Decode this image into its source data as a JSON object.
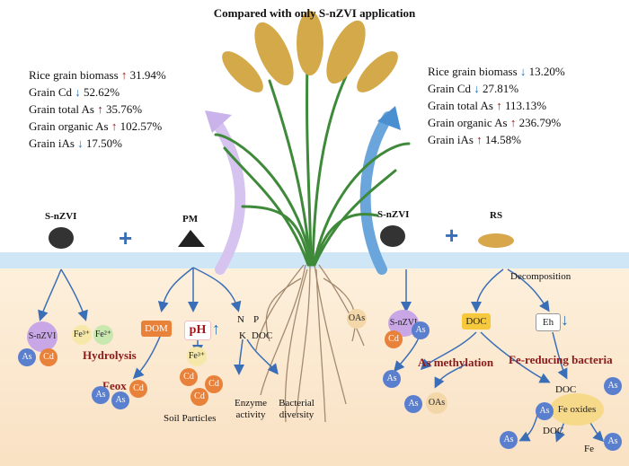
{
  "title": "Compared with only S-nZVI application",
  "left_stats": [
    {
      "label": "Rice grain biomass",
      "dir": "up",
      "value": "31.94%"
    },
    {
      "label": "Grain Cd",
      "dir": "down",
      "value": "52.62%"
    },
    {
      "label": "Grain total As",
      "dir": "up",
      "value": "35.76%"
    },
    {
      "label": "Grain organic As",
      "dir": "up",
      "value": "102.57%"
    },
    {
      "label": "Grain iAs",
      "dir": "down",
      "value": "17.50%"
    }
  ],
  "right_stats": [
    {
      "label": "Rice grain biomass",
      "dir": "down",
      "value": "13.20%"
    },
    {
      "label": "Grain Cd",
      "dir": "down",
      "value": "27.81%"
    },
    {
      "label": "Grain total As",
      "dir": "up",
      "value": "113.13%"
    },
    {
      "label": "Grain organic As",
      "dir": "up",
      "value": "236.79%"
    },
    {
      "label": "Grain iAs",
      "dir": "up",
      "value": "14.58%"
    }
  ],
  "arrows": {
    "up": "↑",
    "down": "↓",
    "plus": "+"
  },
  "labels": {
    "snzvi": "S-nZVI",
    "pm": "PM",
    "rs": "RS",
    "decomposition": "Decomposition",
    "dom": "DOM",
    "ph": "pH",
    "n": "N",
    "p": "P",
    "k": "K",
    "doc": "DOC",
    "fe3": "Fe³⁺",
    "fe2": "Fe²⁺",
    "hydrolysis": "Hydrolysis",
    "feox": "Feox",
    "as": "As",
    "cd": "Cd",
    "soil_particles": "Soil Particles",
    "enzyme_activity": "Enzyme activity",
    "bacterial_diversity": "Bacterial diversity",
    "oas": "OAs",
    "as_methylation": "As methylation",
    "eh": "Eh",
    "fe_reducing_bacteria": "Fe-reducing bacteria",
    "fe_oxides": "Fe oxides",
    "fe": "Fe"
  },
  "colors": {
    "soil": "#fbe9d2",
    "water": "#cfe6f6",
    "up_arrow": "#a4161a",
    "down_arrow": "#1f6fb5",
    "as_node": "#5b7fcf",
    "cd_node": "#e8813a",
    "flow_arrow": "#3a6fb8",
    "purple_arrow": "#c9b3ea",
    "blue_arrow": "#4a8fd0",
    "doc_box": "#f5c93b",
    "dom_box": "#e8813a",
    "plant_green": "#3f8a3a",
    "grain": "#d4a94a",
    "root": "#a38a70"
  }
}
